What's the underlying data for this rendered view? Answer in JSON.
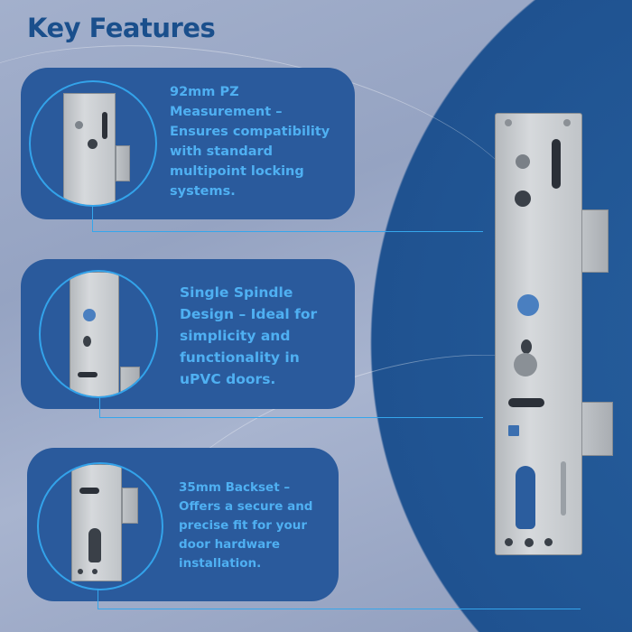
{
  "title": "Key Features",
  "features": [
    {
      "text": "92mm PZ Measurement – Ensures compatibility with standard multipoint locking systems."
    },
    {
      "text": "Single Spindle Design – Ideal for simplicity and functionality in uPVC doors."
    },
    {
      "text": "35mm Backset – Offers a secure and precise fit for your door hardware installation."
    }
  ],
  "colors": {
    "title": "#1a4f8c",
    "card": "#2a5a9c",
    "accent": "#4fb0f2",
    "circle": "#245a9a"
  }
}
